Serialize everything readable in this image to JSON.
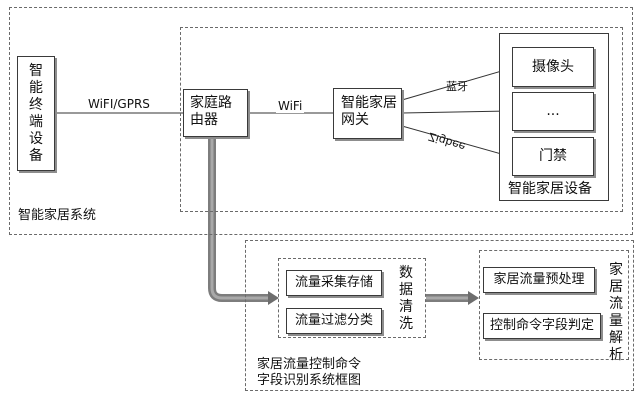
{
  "diagram": {
    "terminal": "智能终端设备",
    "link_wifi_gprs": "WiFI/GPRS",
    "router": "家庭路由器",
    "link_wifi": "WiFi",
    "gateway": "智能家居网关",
    "link_bluetooth": "蓝牙",
    "link_zigbee": "Zigbee",
    "device_camera": "摄像头",
    "device_ellipsis": "...",
    "device_door": "门禁",
    "devices_group": "智能家居设备",
    "home_system": "智能家居系统",
    "collect_store": "流量采集存储",
    "filter_classify": "流量过滤分类",
    "data_cleaning": "数据清洗",
    "preprocess": "家居流量预处理",
    "field_judge": "控制命令字段判定",
    "traffic_parse": "家居流量解析",
    "framework_title_1": "家居流量控制命令",
    "framework_title_2": "字段识别系统框图"
  }
}
